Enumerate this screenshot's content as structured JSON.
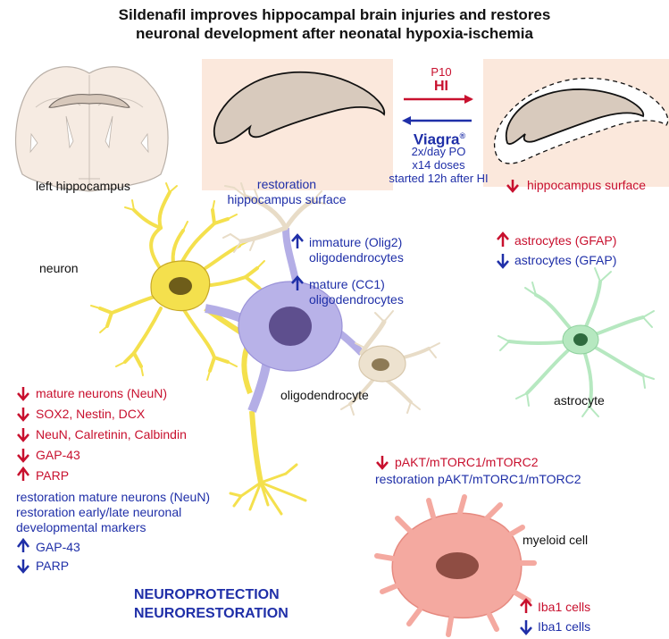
{
  "title": {
    "line1": "Sildenafil improves hippocampal brain injuries and restores",
    "line2": "neuronal development after neonatal hypoxia-ischemia"
  },
  "top": {
    "left_label": "left hippocampus",
    "middle_label_line1": "restoration",
    "middle_label_line2": "hippocampus surface",
    "p10": "P10",
    "hi": "HI",
    "viagra": "Viagra",
    "viagra_reg": "®",
    "dose_line1": "2x/day PO",
    "dose_line2": "x14 doses",
    "dose_line3": "started 12h after HI",
    "right_label": "hippocampus surface"
  },
  "labels": {
    "neuron": "neuron",
    "oligodendrocyte": "oligodendrocyte",
    "astrocyte": "astrocyte",
    "myeloid": "myeloid cell"
  },
  "oligo_effects": {
    "immature_line1": "immature (Olig2)",
    "immature_line2": "oligodendrocytes",
    "mature_line1": "mature (CC1)",
    "mature_line2": "oligodendrocytes"
  },
  "astro_effects": {
    "up": "astrocytes (GFAP)",
    "down": "astrocytes (GFAP)"
  },
  "neuron_effects": {
    "red": [
      "mature neurons (NeuN)",
      "SOX2, Nestin, DCX",
      "NeuN, Calretinin, Calbindin",
      "GAP-43",
      "PARP"
    ],
    "blue_line1": "restoration mature neurons (NeuN)",
    "blue_line2": "restoration early/late neuronal",
    "blue_line3": "developmental markers",
    "gap43": "GAP-43",
    "parp": "PARP"
  },
  "pathway": {
    "red": "pAKT/mTORC1/mTORC2",
    "blue": "restoration pAKT/mTORC1/mTORC2"
  },
  "microglia": {
    "up": "Iba1 cells",
    "down": "Iba1 cells"
  },
  "conclusion": {
    "line1": "NEUROPROTECTION",
    "line2": "NEURORESTORATION"
  },
  "colors": {
    "red": "#c8102e",
    "blue": "#1f2fa8",
    "neuron": "#f4e04d",
    "oligodendrocyte": "#b4aee6",
    "astrocyte": "#b6e8c0",
    "myeloid": "#f4a9a0",
    "brain": "#f5e9df",
    "hippocampus": "#d9cbbf"
  }
}
